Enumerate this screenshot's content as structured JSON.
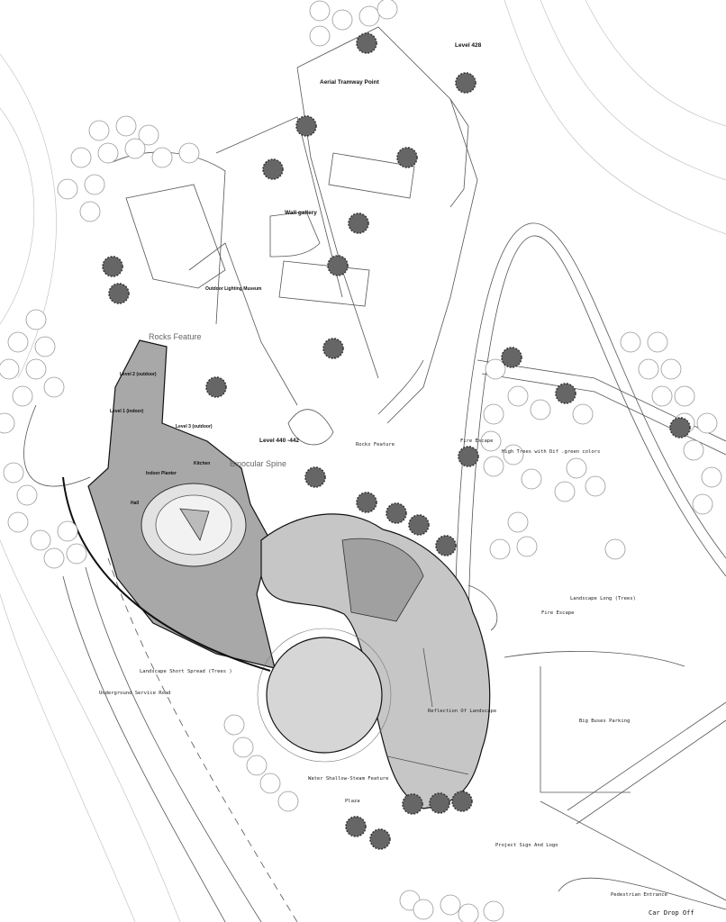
{
  "colors": {
    "building_dark": "#a8a8a8",
    "building_mid": "#c6c6c6",
    "building_light": "#dcdcdc",
    "line": "#555555",
    "tree_dark": "#333333",
    "tree_light": "#999999"
  },
  "labels": {
    "level_428": "Level 428",
    "aerial_tramway": "Aerial Tramway Point",
    "wall_gallery": "Wall gallery",
    "outdoor_lighting_museum": "Outdoor Lighting Museum",
    "rocks_feature": "Rocks Feature",
    "rocks_feature_2": "Rocks Feature",
    "level_2": "Level 2 (outdoor)",
    "level_1": "Level 1 (indoor)",
    "level_3": "Level 3 (outdoor)",
    "kitchen": "Kitchen",
    "indoor_planter": "Indoor Planter",
    "hall": "Hall",
    "level_440": "Level 440 -442",
    "binocular_spine": "Binocular Spine",
    "fire_escape_1": "Fire Escape",
    "high_trees": "High Trees with Dif .green colors",
    "landscape_long": "Landscape Long  (Trees)",
    "fire_escape_2": "Fire Escape",
    "big_buses_parking": "Big Buses Parking",
    "landscape_short": "Landscape Short Spread (Trees )",
    "underground_road": "Underground Service Road",
    "reflection": "Reflection Of Landscape",
    "water_feature": "Water Shallow-Steam Feature",
    "plaza": "Plaza",
    "project_sign": "Project Sign And Logo",
    "pedestrian_entrance": "Pedestrian Entrance",
    "car_drop_off": "Car Drop Off"
  }
}
